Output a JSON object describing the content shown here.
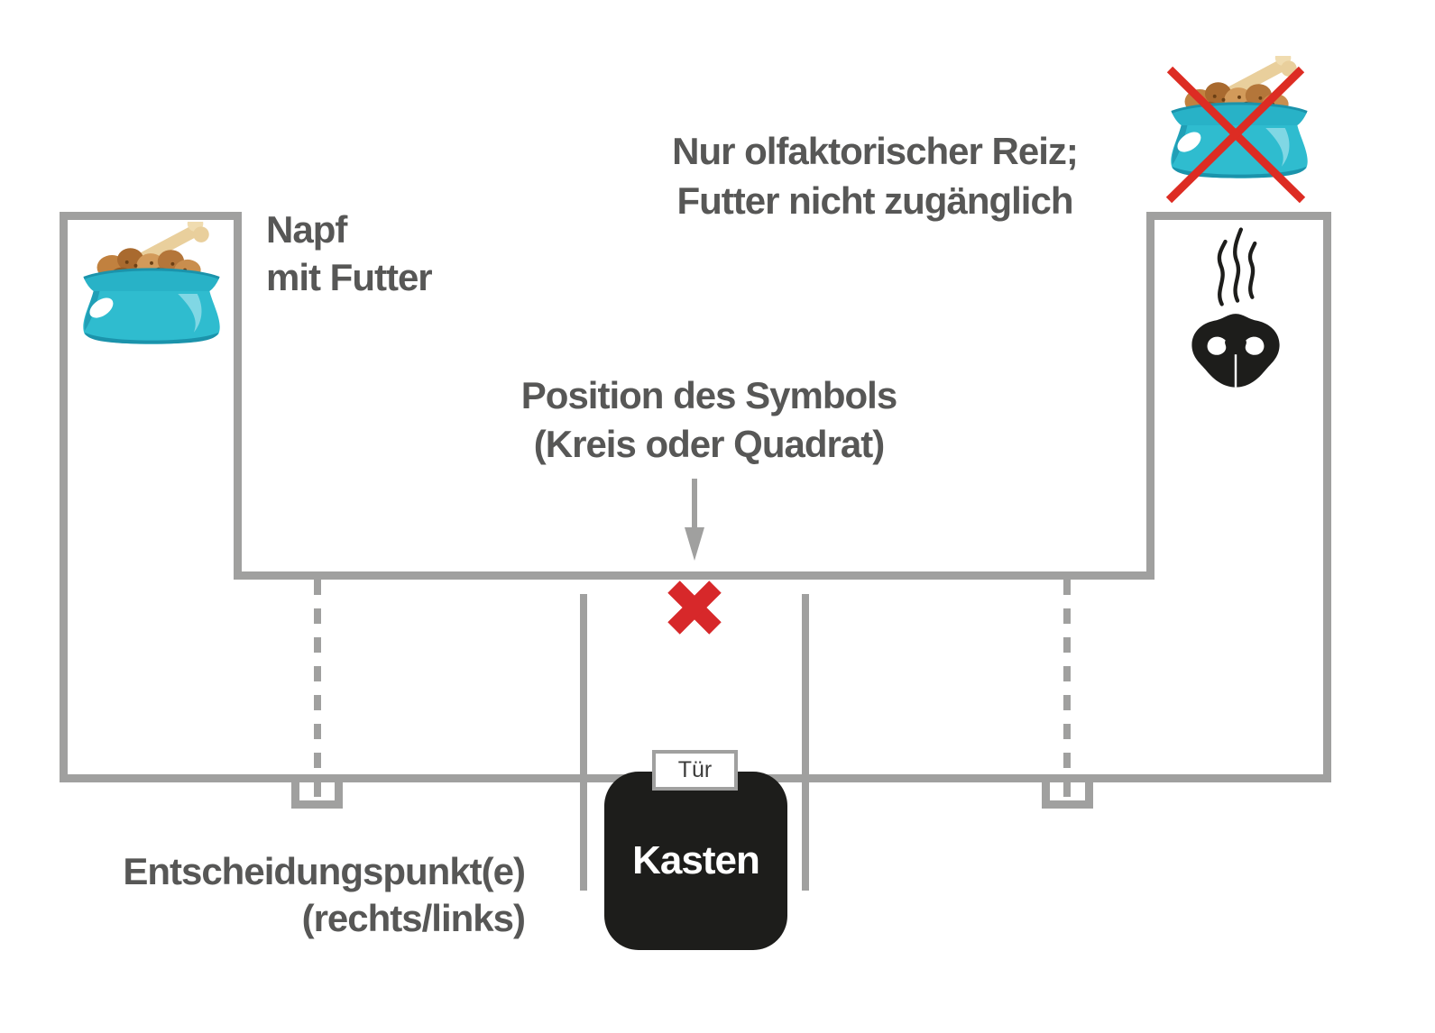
{
  "labels": {
    "left_bowl": {
      "line1": "Napf",
      "line2": "mit Futter"
    },
    "right_bowl": {
      "line1": "Nur olfaktorischer Reiz;",
      "line2": "Futter nicht zugänglich"
    },
    "symbol": {
      "line1": "Position des Symbols",
      "line2": "(Kreis oder Quadrat)"
    },
    "decision": {
      "line1": "Entscheidungspunkt(e)",
      "line2": "(rechts/links)"
    },
    "door": "Tür",
    "box": "Kasten"
  },
  "icons": {
    "left_bowl": "food-bowl-icon",
    "right_bowl": "crossed-food-bowl-icon",
    "cross": "red-cross-icon",
    "nose": "dog-nose-icon",
    "smell": "smell-lines-icon",
    "marker": "red-x-marker",
    "arrow": "down-arrow-icon"
  },
  "colors": {
    "wall_gray": "#a0a09f",
    "text_gray": "#575756",
    "red": "#d7282a",
    "black": "#1d1d1b",
    "bowl_turquoise": "#2fbccf",
    "background": "#ffffff"
  }
}
